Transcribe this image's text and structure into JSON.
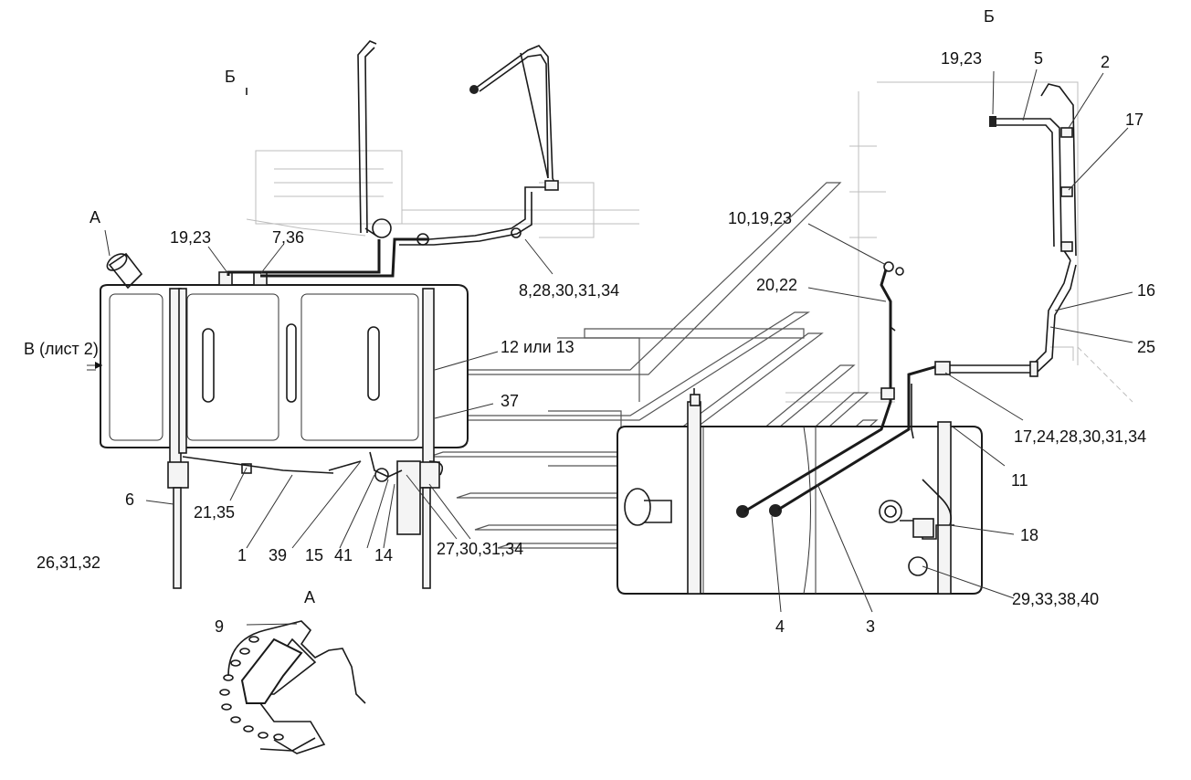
{
  "labels": {
    "A_top": "А",
    "B_left": "Б",
    "B_right": "Б",
    "A_detail": "А",
    "v_list2": "В (лист 2)",
    "l_19_23_left": "19,23",
    "l_7_36": "7,36",
    "l_8_28": "8,28,30,31,34",
    "l_12_13": "12 или 13",
    "l_37": "37",
    "l_6": "6",
    "l_21_35": "21,35",
    "l_26_31_32": "26,31,32",
    "l_1": "1",
    "l_39": "39",
    "l_15": "15",
    "l_41": "41",
    "l_14": "14",
    "l_27": "27,30,31,34",
    "l_9": "9",
    "l_19_23_right": "19,23",
    "l_5": "5",
    "l_2": "2",
    "l_17": "17",
    "l_10_19_23": "10,19,23",
    "l_20_22": "20,22",
    "l_16": "16",
    "l_25": "25",
    "l_17_24": "17,24,28,30,31,34",
    "l_11": "11",
    "l_18": "18",
    "l_29": "29,33,38,40",
    "l_4": "4",
    "l_3": "3"
  }
}
